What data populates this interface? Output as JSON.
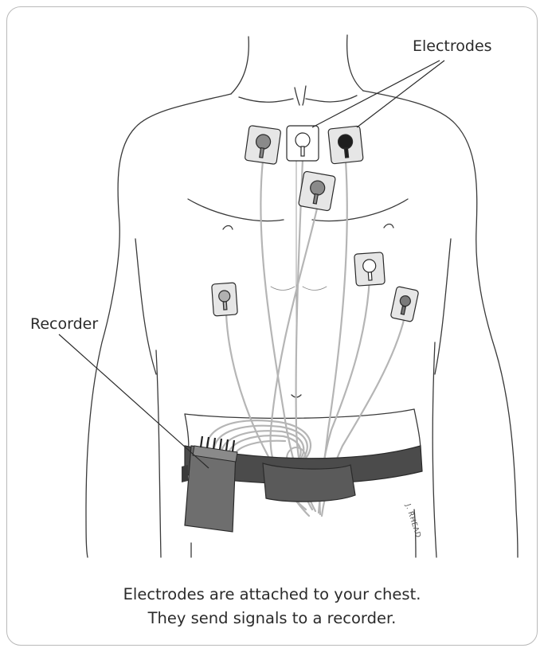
{
  "labels": {
    "electrodes": "Electrodes",
    "recorder": "Recorder"
  },
  "signature": "J. RHEAD",
  "caption": {
    "line1": "Electrodes are attached to your chest.",
    "line2": "They send signals to a recorder."
  },
  "colors": {
    "frame": "#b9b9b9",
    "outline": "#3a3a3a",
    "lead_wire": "#b5b5b5",
    "electrode_pad": "#e6e6e6",
    "belt": "#4b4b4b",
    "recorder": "#6e6e6e"
  },
  "electrodes": [
    {
      "id": "e1",
      "snap": "gray"
    },
    {
      "id": "e2",
      "snap": "white"
    },
    {
      "id": "e3",
      "snap": "black"
    },
    {
      "id": "e4",
      "snap": "gray"
    },
    {
      "id": "e5",
      "snap": "white"
    },
    {
      "id": "e6",
      "snap": "gray"
    },
    {
      "id": "e7",
      "snap": "gray"
    }
  ]
}
